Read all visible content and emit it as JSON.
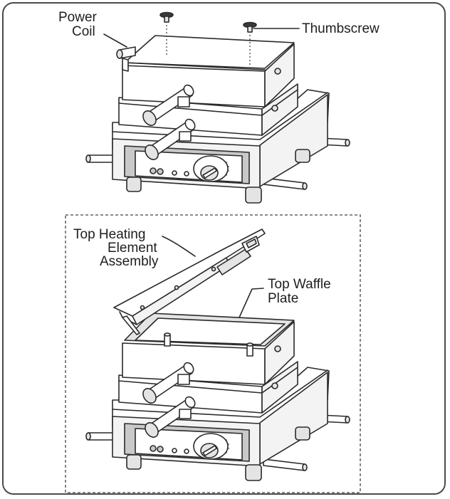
{
  "labels": {
    "power_coil_line1": "Power",
    "power_coil_line2": "Coil",
    "thumbscrew": "Thumbscrew",
    "top_heating_line1": "Top Heating",
    "top_heating_line2": "Element",
    "top_heating_line3": "Assembly",
    "top_waffle_line1": "Top Waffle",
    "top_waffle_line2": "Plate"
  },
  "colors": {
    "outline": "#2a2a2a",
    "frame": "#4a4a4a",
    "background": "#ffffff"
  }
}
